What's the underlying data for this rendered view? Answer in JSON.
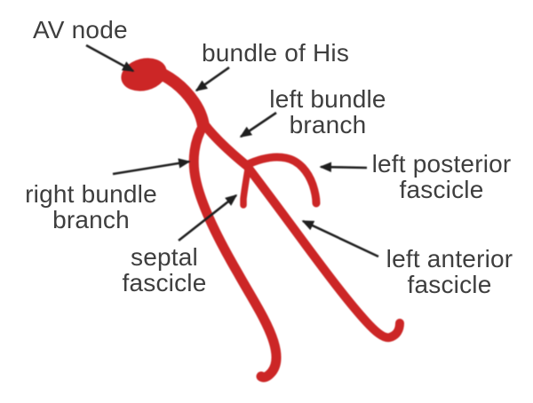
{
  "figure": {
    "background_color": "#ffffff",
    "structure_color": "#cc2626",
    "arrow_color": "#1f1f1f",
    "label_color": "#3e3e3e",
    "labels": {
      "av_node": {
        "line1": "AV node"
      },
      "bundle_of_his": {
        "line1": "bundle of His"
      },
      "left_bundle_branch": {
        "line1": "left bundle",
        "line2": "branch"
      },
      "left_posterior_fascicle": {
        "line1": "left posterior",
        "line2": "fascicle"
      },
      "right_bundle_branch": {
        "line1": "right bundle",
        "line2": "branch"
      },
      "septal_fascicle": {
        "line1": "septal",
        "line2": "fascicle"
      },
      "left_anterior_fascicle": {
        "line1": "left anterior",
        "line2": "fascicle"
      }
    }
  }
}
